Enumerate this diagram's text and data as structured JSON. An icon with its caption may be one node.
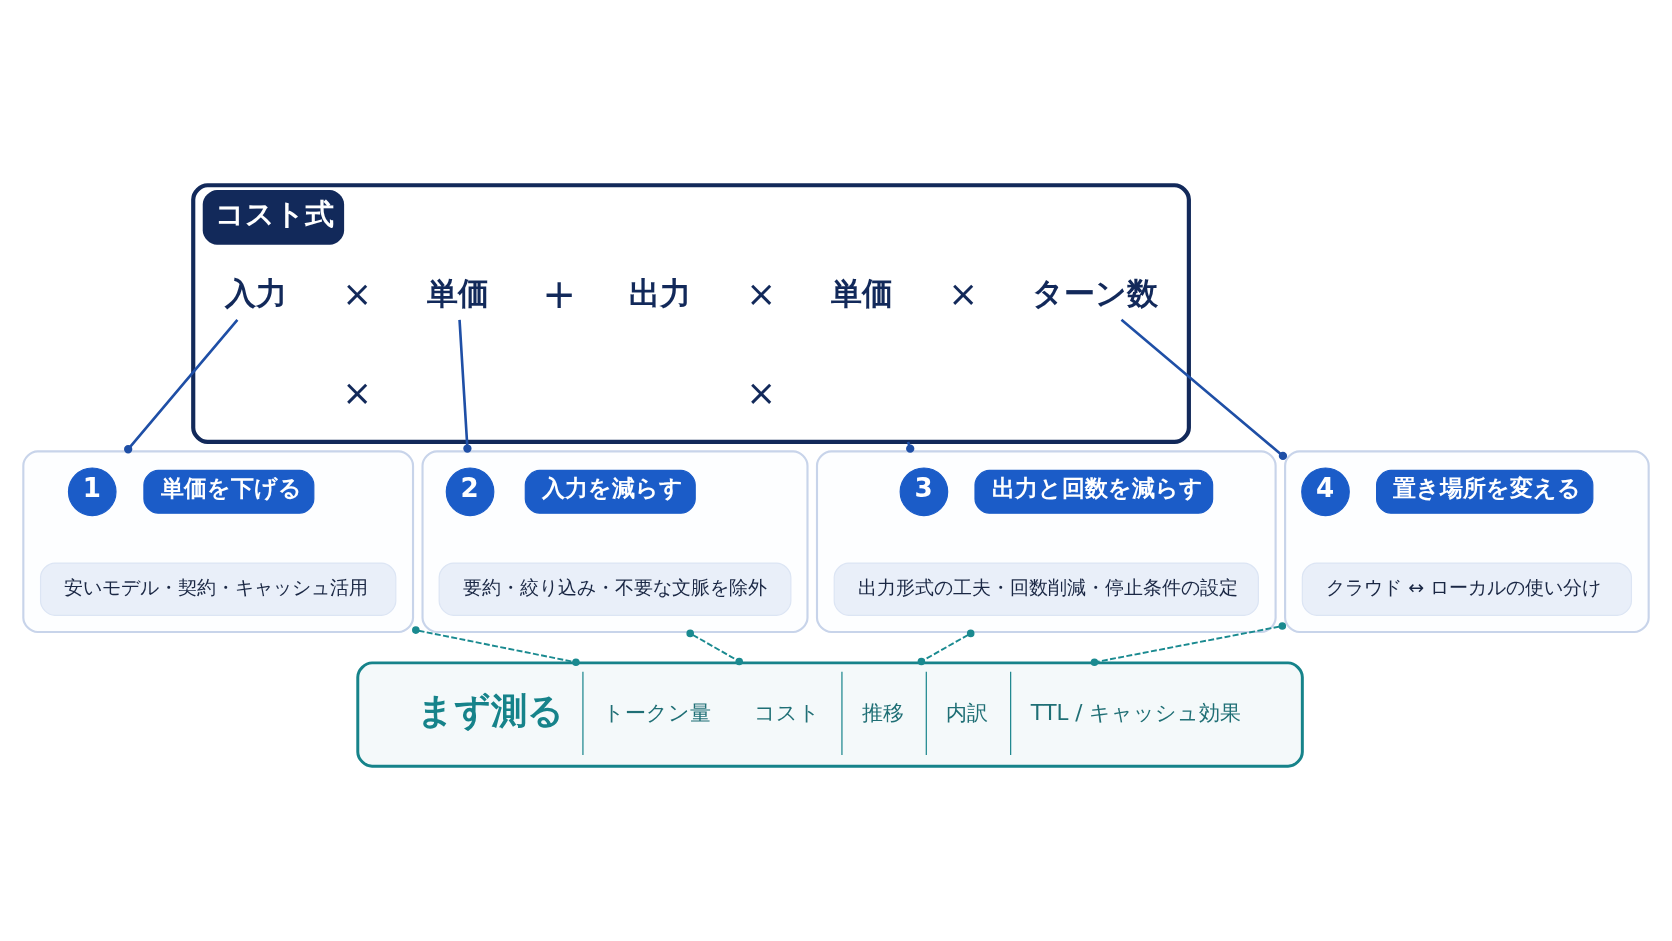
{
  "diagram": {
    "nodes": [
      {
        "text": [
          "コスト式"
        ]
      },
      {
        "text": [
          "入力"
        ],
        "in": 0
      },
      {
        "text": [
          "単価"
        ],
        "in": 0
      },
      {
        "text": [
          "出力"
        ],
        "in": 0
      },
      {
        "text": [
          "単価"
        ],
        "in": 0
      },
      {
        "text": [
          "ターン数"
        ],
        "in": 0
      },
      {
        "text": [],
        "shape": "box"
      },
      {
        "text": [
          "1"
        ],
        "in": 6
      },
      {
        "text": [
          "単価を下げる"
        ],
        "in": 6
      },
      {
        "text": [
          "安いモデル・契約・キャッシュ活用"
        ],
        "in": 6
      },
      {
        "text": [],
        "shape": "box"
      },
      {
        "text": [
          "2"
        ],
        "in": 10
      },
      {
        "text": [
          "入力を減らす"
        ],
        "in": 10
      },
      {
        "text": [
          "要約・絞り込み・不要な文脈を除外"
        ],
        "in": 10
      },
      {
        "text": [],
        "shape": "box"
      },
      {
        "text": [
          "3"
        ],
        "in": 14
      },
      {
        "text": [
          "出力と回数を減らす"
        ],
        "in": 14
      },
      {
        "text": [
          "出力形式の工夫・回数削減・停止条件の設定"
        ],
        "in": 14
      },
      {
        "text": [],
        "shape": "box"
      },
      {
        "text": [
          "4"
        ],
        "in": 18
      },
      {
        "text": [
          "置き場所を変える"
        ],
        "in": 18
      },
      {
        "text": [
          "クラウド ↔ ローカルの使い分け"
        ],
        "in": 18
      },
      {
        "text": [
          "まず測る",
          "トークン量",
          "コスト",
          "推移",
          "内訳",
          "TTL / キャッシュ効果"
        ]
      }
    ],
    "edges": [
      {
        "from": 1,
        "to": 6,
        "arrow": "other"
      },
      {
        "from": 2,
        "to": 10,
        "arrow": "other"
      },
      {
        "from": 0,
        "to": 14,
        "arrow": "other"
      },
      {
        "from": 5,
        "to": 18,
        "arrow": "other"
      },
      {
        "from": 6,
        "to": 22,
        "arrow": "other",
        "style": "dashed",
        "color": "#1a8a90"
      },
      {
        "from": 10,
        "to": 22,
        "arrow": "other",
        "style": "dashed",
        "color": "#1a8a90"
      },
      {
        "from": 14,
        "to": 22,
        "arrow": "other",
        "style": "dashed",
        "color": "#1a8a90"
      },
      {
        "from": 18,
        "to": 22,
        "arrow": "other",
        "style": "dashed",
        "color": "#1a8a90"
      }
    ],
    "labels": [
      "×",
      "×",
      "+",
      "×",
      "×",
      "×"
    ]
  }
}
